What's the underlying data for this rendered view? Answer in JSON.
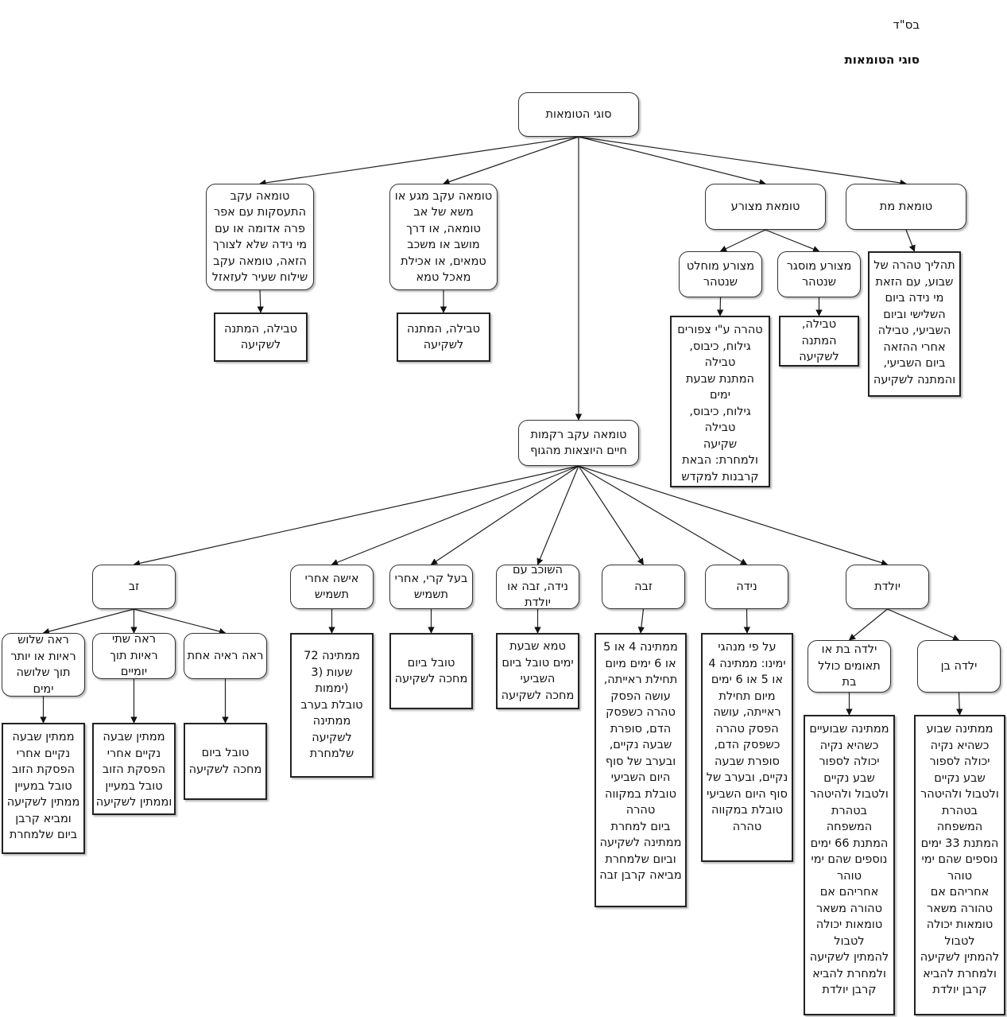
{
  "header": {
    "bsd": "בס\"ד",
    "title": "סוגי הטומאות"
  },
  "nodes": {
    "root": "סוגי הטומאות",
    "adumah": "טומאה עקב\nהתעסקות עם אפר\nפרה אדומה או עם\nמי נידה שלא לצורך\nהזאה, טומאה עקב\nשילוח שעיר לעזאזל",
    "adumah_purify": "טבילה, המתנה\nלשקיעה",
    "av": "טומאה עקב מגע או\nמשא של אב\nטומאה, או דרך\nמושב או משכב\nטמאים, או אכילת\nמאכל טמא",
    "av_purify": "טבילה, המתנה\nלשקיעה",
    "metzora": "טומאת מצורע",
    "met": "טומאת מת",
    "muchlat": "מצורע מוחלט\nשנטהר",
    "musgar": "מצורע מוסגר\nשנטהר",
    "met_purify": "תהליך טהרה של\nשבוע, עם הזאת\nמי נידה ביום\nהשלישי וביום\nהשביעי, טבילה\nאחרי ההזאה\nביום השביעי,\nוהמתנה לשקיעה",
    "muchlat_purify": "טהרה ע\"י צפורים\nגילוח, כיבוס,\nטבילה\nהמתנת שבעת\nימים\nגילוח, כיבוס,\nטבילה\nשקיעה\nולמחרת: הבאת\nקרבנות למקדש",
    "musgar_purify": "טבילה,\nהמתנה\nלשקיעה",
    "body": "טומאה עקב רקמות\nחיים היוצאות מהגוף",
    "zav": "זב",
    "isha": "אישה אחרי\nתשמיש",
    "baal_keri": "בעל קרי, אחרי\nתשמיש",
    "shochev": "השוכב עם\nנידה, זבה או\nיולדת",
    "zavah": "זבה",
    "niddah": "נידה",
    "yoledet": "יולדת",
    "zav3": "ראה שלוש\nראיות או יותר\nתוך שלושה\nימים",
    "zav2": "ראה שתי\nראיות תוך\nיומיים",
    "zav1": "ראה ראיה אחת",
    "zav3_purify": "ממתין שבעה\nנקיים אחרי\nהפסקת הזוב\nטובל במעיין\nממתין לשקיעה\nומביא קרבן\nביום שלמחרת",
    "zav2_purify": "ממתין שבעה\nנקיים אחרי\nהפסקת הזוב\nטובל במעיין\nוממתין לשקיעה",
    "zav1_purify": "טובל ביום\nמחכה לשקיעה",
    "isha_purify": "ממתינה 72\nשעות (3\n(יממות\nטובלת בערב\nממתינה\nלשקיעה\nשלמחרת",
    "baal_keri_purify": "טובל ביום\nמחכה לשקיעה",
    "shochev_purify": "טמא שבעת\nימים טובל ביום\nהשביעי\nמחכה לשקיעה",
    "zavah_purify": "ממתינה 4 או 5\nאו 6 ימים מיום\nתחילת ראייתה,\nעושה הפסק\nטהרה כשפסק\nהדם, סופרת\nשבעה נקיים,\nובערב של סוף\nהיום השביעי\nטובלת במקווה\nטהרה\nביום למחרת\nממתינה לשקיעה\nוביום שלמחרת\nמביאה קרבן זבה",
    "niddah_purify": "על פי מנהגי\nימינו: ממתינה 4\nאו 5 או 6 ימים\nמיום תחילת\nראייתה, עושה\nהפסק טהרה\nכשפסק הדם,\nסופרת שבעה\nנקיים, ובערב של\nסוף היום השביעי\nטובלת במקווה\nטהרה",
    "bat": "ילדה בת או\nתאומים כולל\nבת",
    "ben": "ילדה בן",
    "bat_purify": "ממתינה שבועיים\nכשהיא נקיה\nיכולה לספור\nשבע נקיים\nולטבול ולהיטהר\nבטהרת\nהמשפחה\nהמתנת 66 ימים\nנוספים שהם ימי\nטוהר\nאחריהם אם\nטהורה משאר\nטומאות יכולה\nלטבול\nלהמתין לשקיעה\nולמחרת להביא\nקרבן יולדת",
    "ben_purify": "ממתינה שבוע\nכשהיא נקיה\nיכולה לספור\nשבע נקיים\nולטבול ולהיטהר\nבטהרת\nהמשפחה\nהמתנת 33 ימים\nנוספים שהם ימי\nטוהר\nאחריהם אם\nטהורה משאר\nטומאות יכולה\nלטבול\nלהמתין לשקיעה\nולמחרת להביא\nקרבן יולדת"
  },
  "edges": [
    [
      "root",
      "adumah"
    ],
    [
      "root",
      "av"
    ],
    [
      "root",
      "metzora"
    ],
    [
      "root",
      "met"
    ],
    [
      "root",
      "body"
    ],
    [
      "adumah",
      "adumah_purify"
    ],
    [
      "av",
      "av_purify"
    ],
    [
      "metzora",
      "muchlat"
    ],
    [
      "metzora",
      "musgar"
    ],
    [
      "met",
      "met_purify"
    ],
    [
      "muchlat",
      "muchlat_purify"
    ],
    [
      "musgar",
      "musgar_purify"
    ],
    [
      "body",
      "zav"
    ],
    [
      "body",
      "isha"
    ],
    [
      "body",
      "baal_keri"
    ],
    [
      "body",
      "shochev"
    ],
    [
      "body",
      "zavah"
    ],
    [
      "body",
      "niddah"
    ],
    [
      "body",
      "yoledet"
    ],
    [
      "zav",
      "zav3"
    ],
    [
      "zav",
      "zav2"
    ],
    [
      "zav",
      "zav1"
    ],
    [
      "zav3",
      "zav3_purify"
    ],
    [
      "zav2",
      "zav2_purify"
    ],
    [
      "zav1",
      "zav1_purify"
    ],
    [
      "isha",
      "isha_purify"
    ],
    [
      "baal_keri",
      "baal_keri_purify"
    ],
    [
      "shochev",
      "shochev_purify"
    ],
    [
      "zavah",
      "zavah_purify"
    ],
    [
      "niddah",
      "niddah_purify"
    ],
    [
      "yoledet",
      "bat"
    ],
    [
      "yoledet",
      "ben"
    ],
    [
      "bat",
      "bat_purify"
    ],
    [
      "ben",
      "ben_purify"
    ]
  ]
}
